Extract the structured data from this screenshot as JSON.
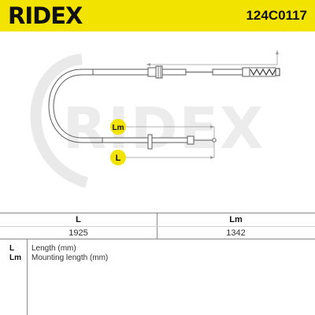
{
  "header": {
    "brand": "RIDEX",
    "part_number": "124C0117"
  },
  "drawing": {
    "callouts": {
      "mounting_length": "Lm",
      "length": "L"
    },
    "watermark": "RIDEX"
  },
  "dimensions_table": {
    "headers": [
      "L",
      "Lm"
    ],
    "values": [
      "1925",
      "1342"
    ]
  },
  "legend": [
    {
      "symbol": "L",
      "description": "Length (mm)"
    },
    {
      "symbol": "Lm",
      "description": "Mounting length (mm)"
    }
  ]
}
